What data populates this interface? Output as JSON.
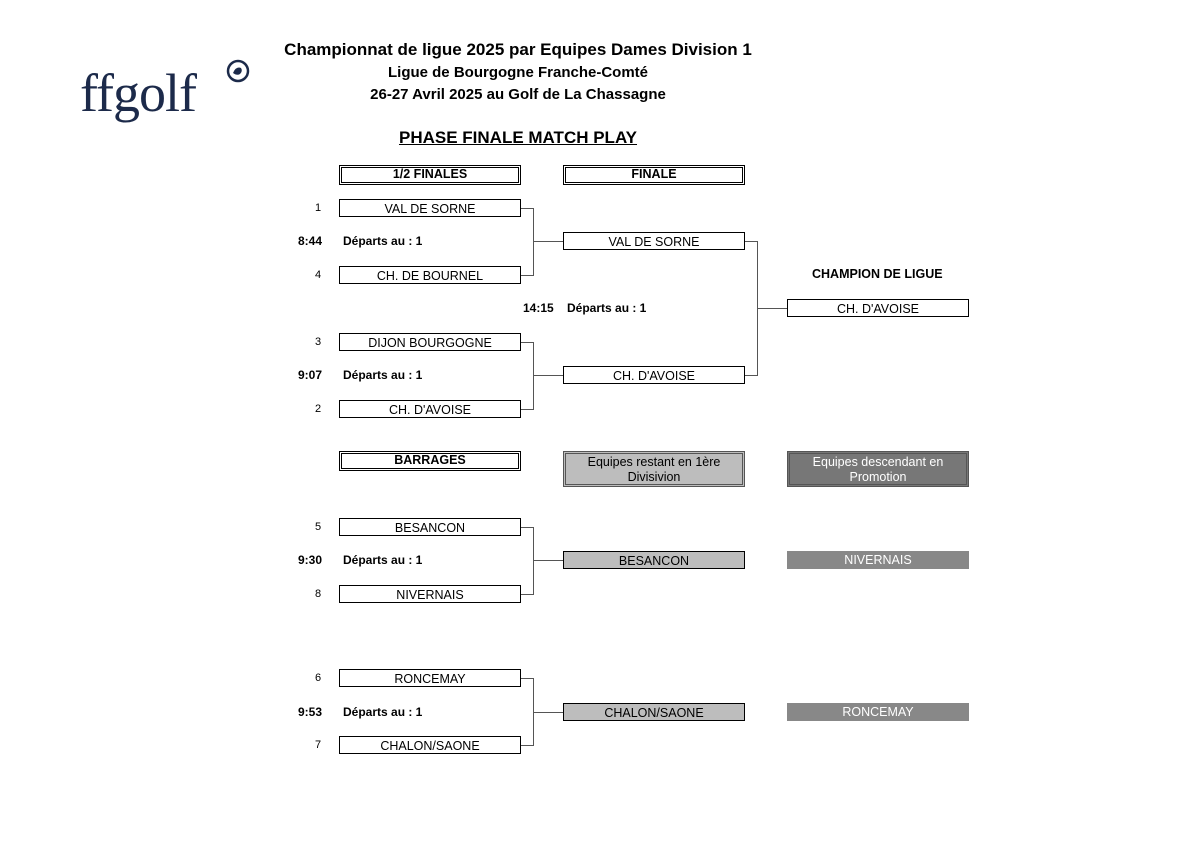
{
  "header": {
    "line1": "Championnat de ligue 2025 par Equipes Dames Division 1",
    "line2": "Ligue de Bourgogne Franche-Comté",
    "line3": "26-27 Avril 2025 au Golf de La Chassagne",
    "logo_text": "ffgolf",
    "phase_title": "PHASE FINALE MATCH PLAY"
  },
  "columns": {
    "semis": "1/2 FINALES",
    "final": "FINALE",
    "champion_label": "CHAMPION DE LIGUE",
    "barrages": "BARRAGES",
    "staying": "Equipes restant en 1ère Divisivion",
    "descending": "Equipes descendant en Promotion"
  },
  "semis": [
    {
      "seed_top": "1",
      "team_top": "VAL DE SORNE",
      "time": "8:44",
      "departs": "Départs au : 1",
      "seed_bottom": "4",
      "team_bottom": "CH. DE BOURNEL",
      "winner": "VAL DE SORNE"
    },
    {
      "seed_top": "3",
      "team_top": "DIJON BOURGOGNE",
      "time": "9:07",
      "departs": "Départs au : 1",
      "seed_bottom": "2",
      "team_bottom": "CH. D'AVOISE",
      "winner": "CH. D'AVOISE"
    }
  ],
  "final": {
    "time": "14:15",
    "departs": "Départs au : 1",
    "champion": "CH. D'AVOISE"
  },
  "barrages": [
    {
      "seed_top": "5",
      "team_top": "BESANCON",
      "time": "9:30",
      "departs": "Départs au : 1",
      "seed_bottom": "8",
      "team_bottom": "NIVERNAIS",
      "staying": "BESANCON",
      "descending": "NIVERNAIS"
    },
    {
      "seed_top": "6",
      "team_top": "RONCEMAY",
      "time": "9:53",
      "departs": "Départs au : 1",
      "seed_bottom": "7",
      "team_bottom": "CHALON/SAONE",
      "staying": "CHALON/SAONE",
      "descending": "RONCEMAY"
    }
  ]
}
